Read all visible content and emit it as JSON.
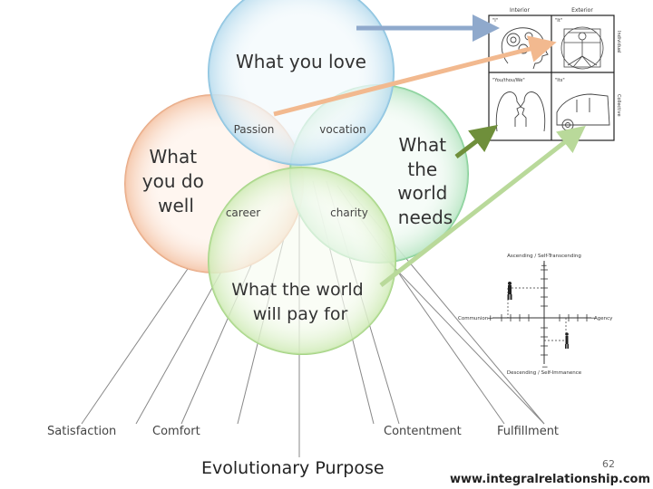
{
  "circles": {
    "love": "What you love",
    "well": [
      "What",
      "you do",
      "well"
    ],
    "needs": [
      "What",
      "the",
      "world",
      "needs"
    ],
    "pay": [
      "What the world",
      "will pay for"
    ]
  },
  "overlaps": {
    "passion": "Passion",
    "vocation": "vocation",
    "career": "career",
    "charity": "charity"
  },
  "bottom_labels": {
    "satisfaction": "Satisfaction",
    "comfort": "Comfort",
    "contentment": "Contentment",
    "fulfillment": "Fulfillment"
  },
  "quadrant": {
    "interior": "Interior",
    "exterior": "Exterior",
    "individual": "Individual",
    "collective": "Collective",
    "i": "\"I\"",
    "it": "\"It\"",
    "you_we": "\"You/thou/We\"",
    "its": "\"Its\""
  },
  "axes_diagram": {
    "top": "Ascending / Self-Transcending",
    "bottom": "Descending / Self-Immanence",
    "left": "Communion",
    "right": "Agency"
  },
  "footer": {
    "title": "Evolutionary Purpose",
    "url": "www.integralrelationship.com",
    "page": "62"
  },
  "colors": {
    "love": "#bfe0ef",
    "well": "#f7d2bd",
    "needs": "#c8ecd2",
    "pay": "#d9efc4",
    "arrow_blue": "#8fa9cc",
    "arrow_orange": "#f2b98f",
    "arrow_darkgreen": "#6f8f3b",
    "arrow_lightgreen": "#b9d99a"
  }
}
